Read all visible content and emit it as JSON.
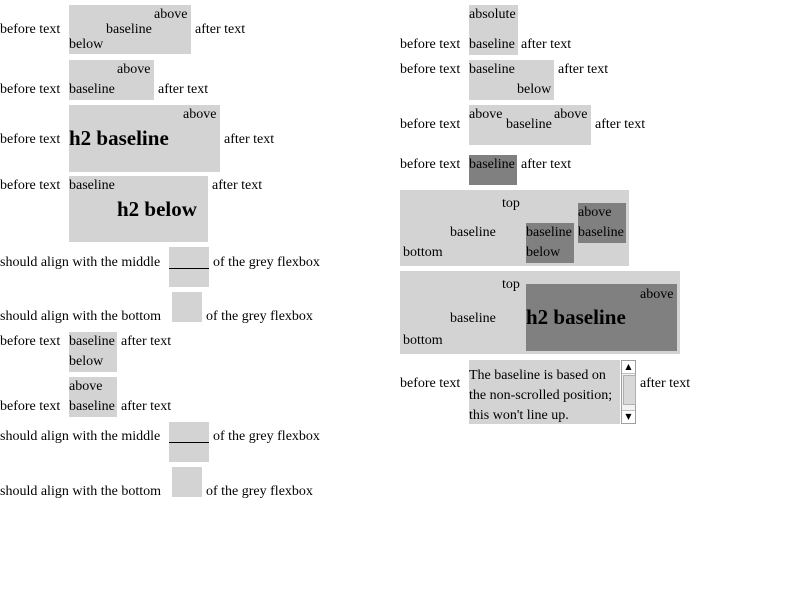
{
  "labels": {
    "before": "before text",
    "after": "after text",
    "above": "above",
    "baseline": "baseline",
    "below": "below",
    "absolute": "absolute",
    "top": "top",
    "bottom": "bottom",
    "h2_baseline": "h2 baseline",
    "h2_below": "h2 below",
    "align_middle": "should align with the middle",
    "align_bottom": "should align with the bottom",
    "of_flexbox": "of the grey flexbox"
  },
  "scroll_box": {
    "lines": [
      "The baseline is based on",
      "the non-scrolled position;",
      "this won't line up."
    ]
  },
  "colors": {
    "box_light": "#d3d3d3",
    "box_dark": "#808080"
  }
}
